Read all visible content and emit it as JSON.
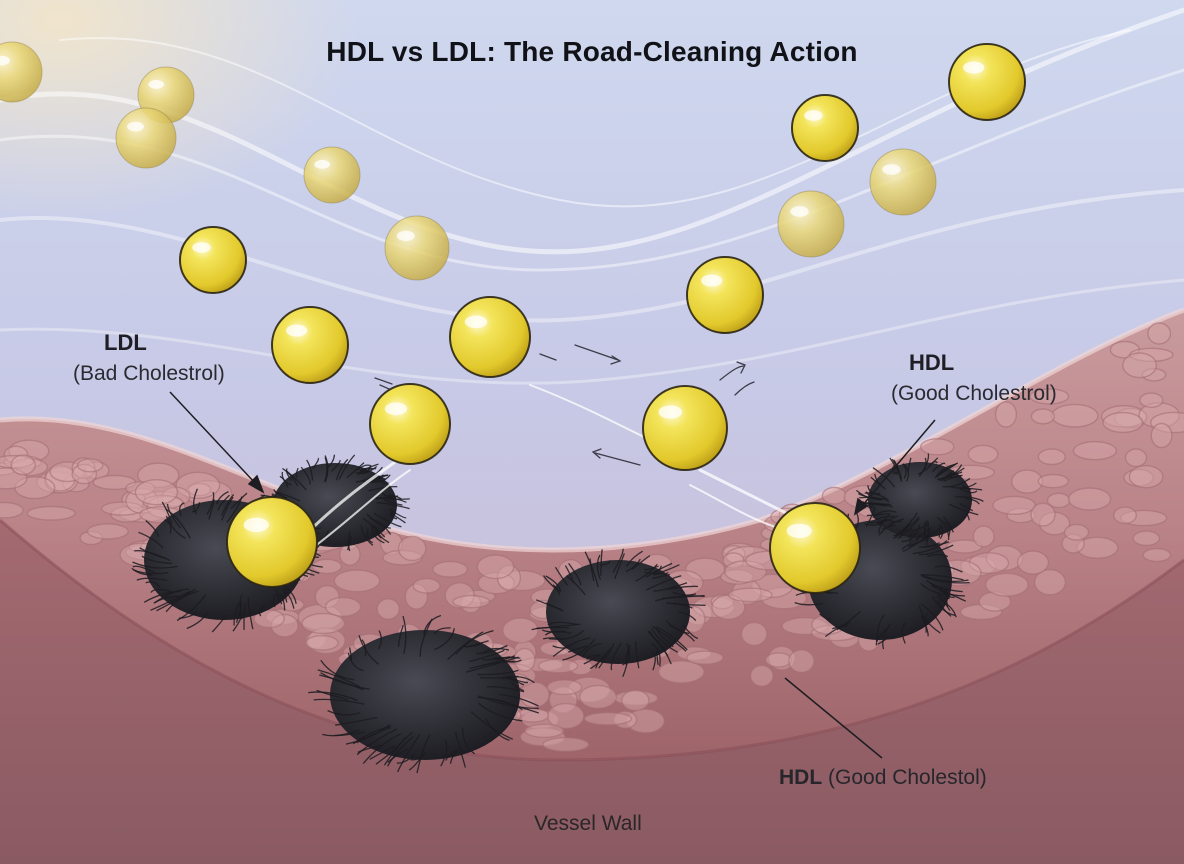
{
  "title": "HDL vs LDL: The Road-Cleaning Action",
  "labels": {
    "ldl_name": "LDL",
    "ldl_desc": "(Bad Cholestrol)",
    "hdl_name": "HDL",
    "hdl_desc": "(Good Cholestrol)",
    "hdl_bottom_name": "HDL",
    "hdl_bottom_desc": "(Good Cholestol)",
    "vessel_wall": "Vessel Wall"
  },
  "colors": {
    "hdl_particle": "#e8d23a",
    "ldl_plaque": "#26262e",
    "vessel_tissue": "#c88f8f",
    "blood_stream": "#d9dcf0"
  }
}
